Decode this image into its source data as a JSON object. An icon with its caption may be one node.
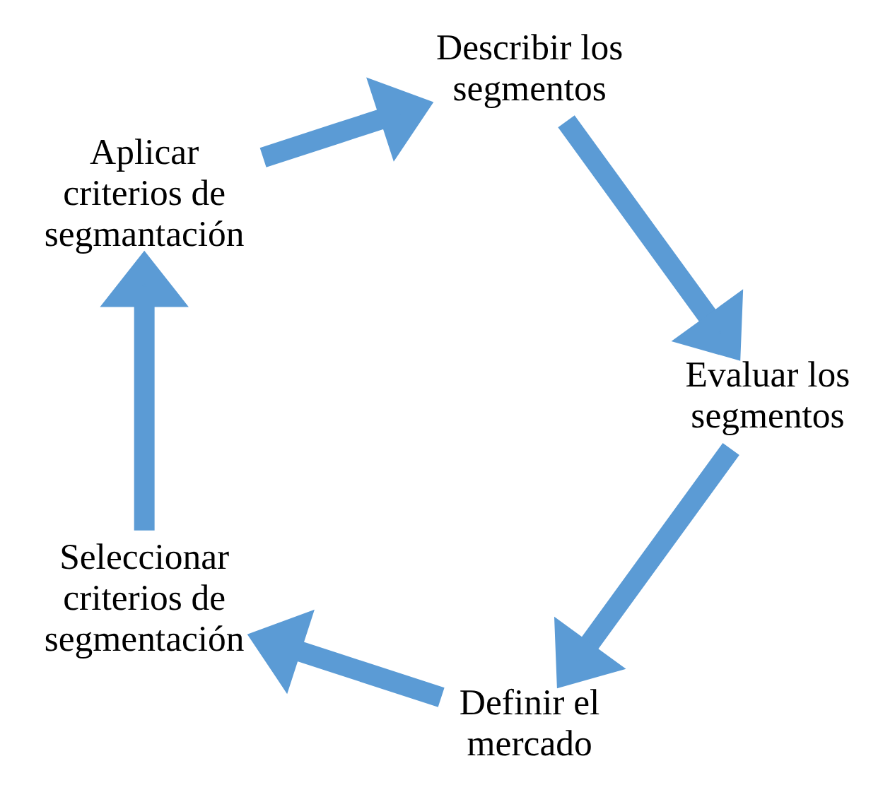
{
  "diagram": {
    "nodes": [
      {
        "text": [
          "Definir el mercado"
        ]
      },
      {
        "text": [
          "Seleccionar criterios de segmentación"
        ]
      },
      {
        "text": [
          "Aplicar criterios de segmantación"
        ]
      },
      {
        "text": [
          "Describir los segmentos"
        ]
      },
      {
        "text": [
          "Evaluar los segmentos"
        ]
      }
    ],
    "edges": [
      {
        "from": 0,
        "to": 1,
        "arrow": "to"
      },
      {
        "from": 1,
        "to": 2,
        "arrow": "to"
      },
      {
        "from": 2,
        "to": 3,
        "arrow": "to"
      },
      {
        "from": 3,
        "to": 4,
        "arrow": "to"
      },
      {
        "from": 4,
        "to": 0,
        "arrow": "to"
      }
    ]
  }
}
